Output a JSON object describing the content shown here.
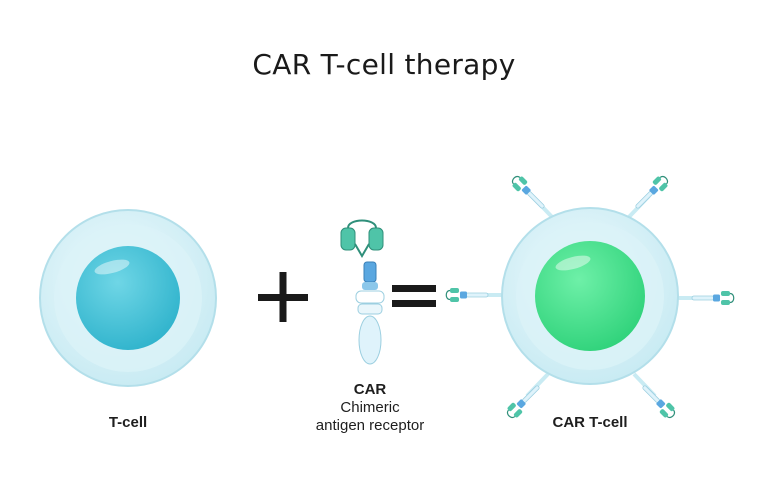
{
  "title": "CAR T-cell therapy",
  "labels": {
    "t_cell": "T-cell",
    "car": "CAR",
    "car_full_line1": "Chimeric",
    "car_full_line2": "antigen receptor",
    "car_t_cell": "CAR T-cell"
  },
  "operators": {
    "plus": "+",
    "equals": "="
  },
  "colors": {
    "membrane": "#d6f1f7",
    "membrane_edge": "#a9dbe8",
    "tcell_nucleus": "#46c3d9",
    "cart_nucleus": "#3fe08a",
    "receptor_head": "#4fc4a8",
    "receptor_hinge": "#5aa7e0",
    "receptor_body": "#dff3fb"
  }
}
